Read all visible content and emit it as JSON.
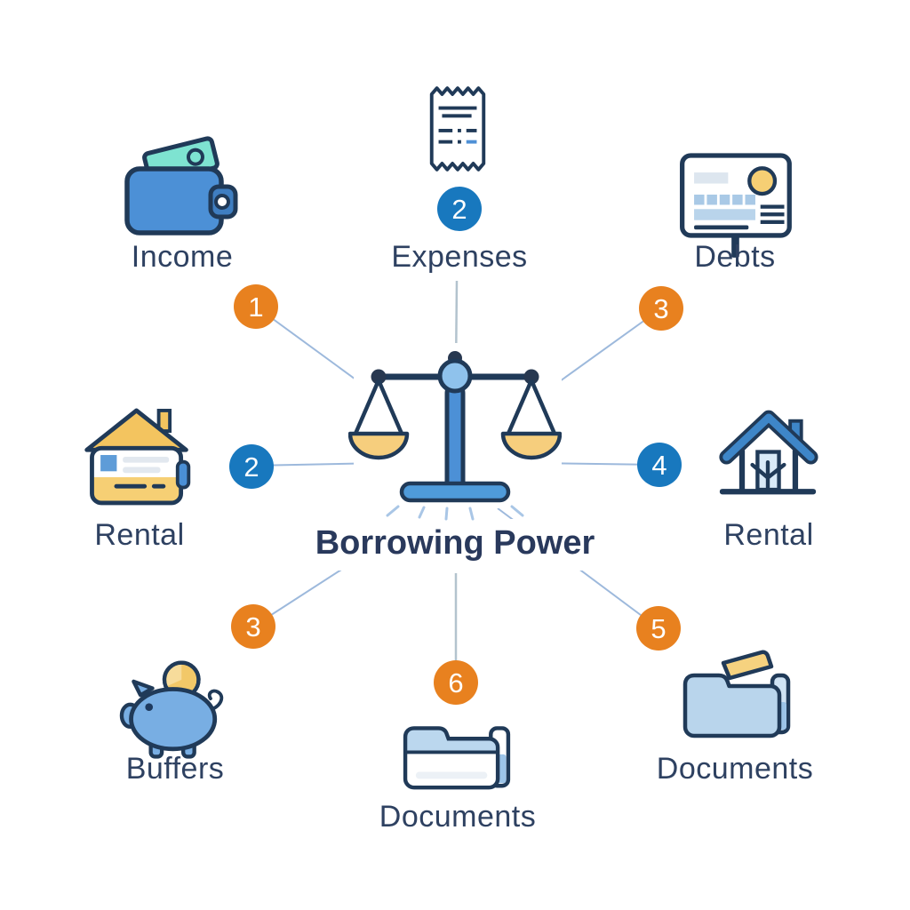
{
  "center": {
    "title": "Borrowing Power",
    "icon": "balance-scale-icon"
  },
  "nodes": [
    {
      "id": "income",
      "label": "Income",
      "icon": "wallet-icon"
    },
    {
      "id": "expenses",
      "label": "Expenses",
      "icon": "receipt-icon",
      "badge": {
        "value": "2",
        "color": "blue"
      }
    },
    {
      "id": "debts",
      "label": "Debts",
      "icon": "card-board-icon"
    },
    {
      "id": "rental-left",
      "label": "Rental",
      "icon": "house-card-icon",
      "badge": {
        "value": "2",
        "color": "blue"
      }
    },
    {
      "id": "rental-right",
      "label": "Rental",
      "icon": "house-icon",
      "badge": {
        "value": "4",
        "color": "blue"
      }
    },
    {
      "id": "buffers",
      "label": "Buffers",
      "icon": "piggy-bank-icon",
      "badge": {
        "value": "3",
        "color": "orange"
      }
    },
    {
      "id": "documents-bottom",
      "label": "Documents",
      "icon": "folder-icon",
      "badge": {
        "value": "6",
        "color": "orange"
      }
    },
    {
      "id": "documents-right",
      "label": "Documents",
      "icon": "folder-paper-icon",
      "badge": {
        "value": "5",
        "color": "orange"
      }
    }
  ],
  "standalone_badges": [
    {
      "value": "1",
      "color": "orange"
    },
    {
      "value": "3",
      "color": "orange"
    }
  ],
  "colors": {
    "orange_badge": "#E8811F",
    "blue_badge": "#1878BE",
    "outline_navy": "#203A58",
    "label_text": "#2E4161",
    "connector_line": "#9DB9DC",
    "gold": "#F6CE7D",
    "wallet_blue": "#4C90D6",
    "mint_bill": "#7EE3D1",
    "light_blue": "#B9D5EC"
  }
}
